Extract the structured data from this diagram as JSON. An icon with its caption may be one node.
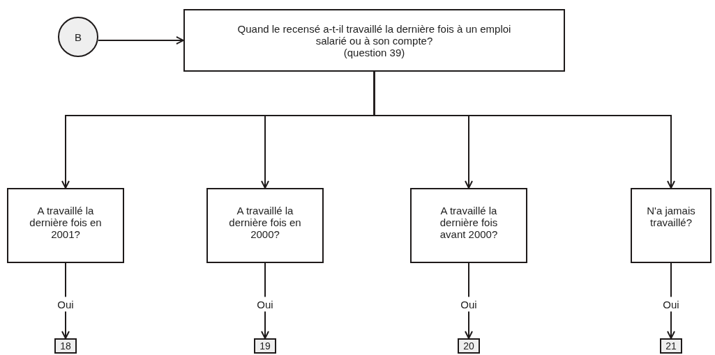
{
  "diagram": {
    "nodes": [
      {
        "text": [
          "B"
        ]
      },
      {
        "text": [
          "Quand le recensé a-t-il travaillé la dernière fois à un emploi salarié ou à son compte?",
          "(question 39)"
        ]
      },
      {
        "text": [
          "A travaillé la dernière fois en 2001?"
        ]
      },
      {
        "text": [
          "A travaillé la dernière fois en 2000?"
        ]
      },
      {
        "text": [
          "A travaillé la dernière fois avant 2000?"
        ]
      },
      {
        "text": [
          "N'a jamais travaillé?"
        ]
      },
      {
        "text": [
          "18"
        ]
      },
      {
        "text": [
          "19"
        ]
      },
      {
        "text": [
          "20"
        ]
      },
      {
        "text": [
          "21"
        ]
      }
    ],
    "edges": [
      {
        "from": 0,
        "to": 1,
        "arrow": "to"
      },
      {
        "from": 1,
        "to": 2,
        "arrow": "to"
      },
      {
        "from": 1,
        "to": 3,
        "arrow": "to"
      },
      {
        "from": 1,
        "to": 4,
        "arrow": "to"
      },
      {
        "from": 1,
        "to": 5,
        "arrow": "to"
      },
      {
        "from": 2,
        "to": 6,
        "arrow": "to",
        "label": "Oui"
      },
      {
        "from": 3,
        "to": 7,
        "arrow": "to",
        "label": "Oui"
      },
      {
        "from": 4,
        "to": 8,
        "arrow": "to",
        "label": "Oui"
      },
      {
        "from": 5,
        "to": 9,
        "arrow": "to",
        "label": "Oui"
      }
    ]
  }
}
